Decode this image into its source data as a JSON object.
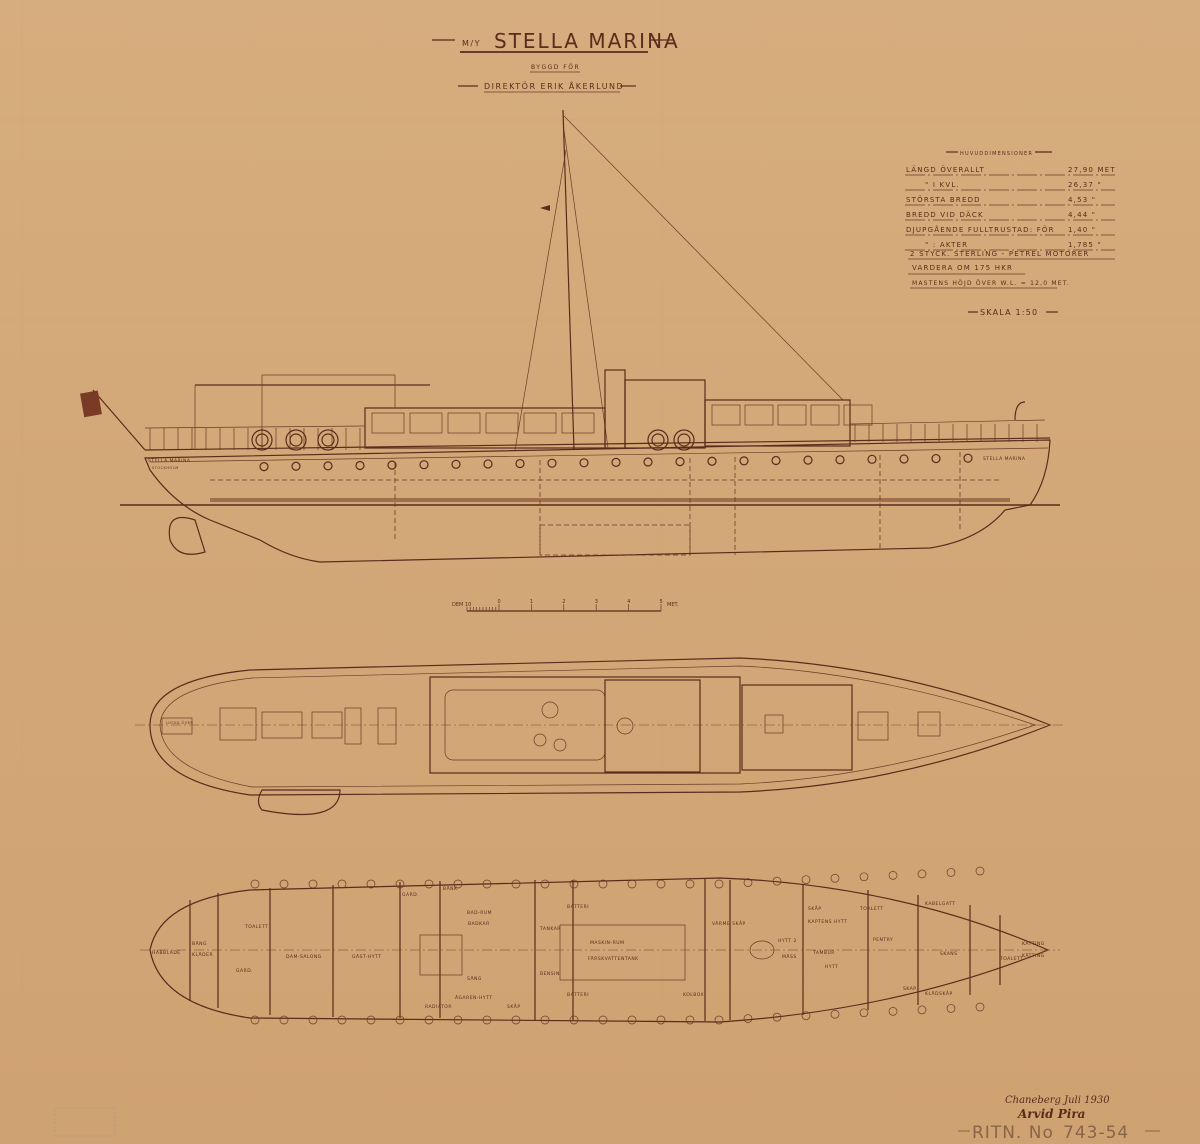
{
  "title": {
    "prefix": "M/Y",
    "name": "STELLA MARINA",
    "built_for": "BYGGD FÖR",
    "owner": "DIREKTÖR ERIK ÅKERLUND"
  },
  "dimensions": {
    "heading": "HUVUDDIMENSIONER",
    "rows": [
      {
        "label": "LÄNGD ÖVERALLT",
        "value": "27,90 MET"
      },
      {
        "label": "\" I KVL.",
        "value": "26,37 \""
      },
      {
        "label": "STÖRSTA BREDD",
        "value": "4,53 \""
      },
      {
        "label": "BREDD VID DÄCK",
        "value": "4,44 \""
      },
      {
        "label": "DJUPGÅENDE FULLTRUSTAD: FÖR",
        "value": "1,40 \""
      },
      {
        "label": "\" : AKTER",
        "value": "1,785 \""
      }
    ],
    "engines": "2 STYCK. STERLING - PETREL MOTORER",
    "engines_power": "VARDERA OM 175 HKR",
    "mast_height": "MASTENS HÖJD ÖVER W.L. = 12,0 MET.",
    "scale": "SKALA 1:50"
  },
  "scale_bar": {
    "left_label": "DEM 10",
    "ticks": [
      "0",
      "1",
      "2",
      "3",
      "4",
      "5"
    ],
    "unit": "MET."
  },
  "profile": {
    "stern_name": "STELLA MARINA",
    "stern_port": "STOCKHOLM",
    "bow_name": "STELLA MARINA"
  },
  "deck_plan": {
    "labels": [
      "LUCKA ÖVER"
    ]
  },
  "lower_plan": {
    "labels": {
      "aft_locker": "HÄBBLADE",
      "bag": "BÄNG",
      "klader": "KLÄDER",
      "toilet_aft": "TOALETT",
      "garde": "GARD.",
      "dam_salong": "DAM-SALONG",
      "gast_hytt": "GÄST-HYTT",
      "gard2": "GARD.",
      "badkar": "BÄNK",
      "bad_rum": "BAD-RUM",
      "badkar2": "BADKAR",
      "sang": "SÄNG",
      "agarens_hytt": "ÄGAREN-HYTT",
      "radiator": "RADIATOR",
      "skap": "SKÅP",
      "tanks": "TANKAR",
      "bensin": "BENSIN",
      "batteri1": "BATTERI",
      "maskin_rum": "MASKIN-RUM",
      "fartygscentral": "FÄRSKVATTENTANK",
      "batteri2": "BATTERI",
      "kolbox": "KOLBOX",
      "varm_skap": "VÄRME SKÅP",
      "hytt_2": "HYTT 2",
      "mass": "MÄSS",
      "skap2": "SKÅP",
      "kapten": "KAPTENS HYTT",
      "tambur": "TAMBUR",
      "hytt": "HYTT",
      "toalett2": "TOALETT",
      "pentry": "PENTRY",
      "skaf": "SKAP",
      "kabelgatt": "KABELGATT",
      "kladhytt": "KLÄDSKÅP",
      "skans": "SKANS",
      "toalett3": "TOALETT",
      "kattingsbox": "KÄTTING",
      "katting": "KÄTTING"
    }
  },
  "signature": {
    "place_date": "Chaneberg Juli 1930",
    "signed": "Arvid Pira"
  },
  "drawing_number": {
    "label": "RITN. No",
    "number": "743-54"
  },
  "colors": {
    "paper": "#d3a878",
    "ink": "#5b2b1c"
  }
}
